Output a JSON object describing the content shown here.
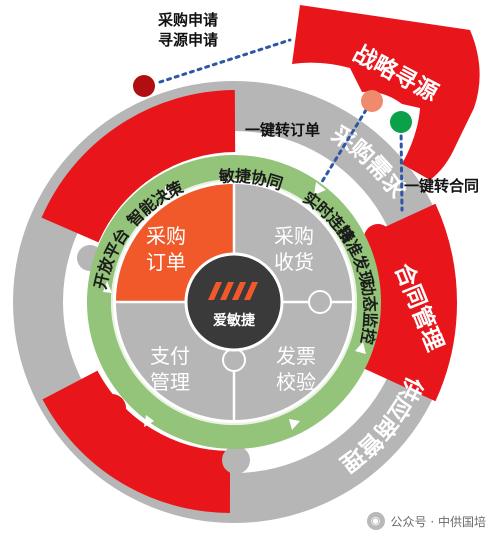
{
  "diagram": {
    "callouts": {
      "top_line1": "采购申请",
      "top_line2": "寻源申请",
      "order": "一键转订单",
      "contract": "一键转合同"
    },
    "outer_segments": {
      "purchase_demand": "采购需求",
      "strategic_sourcing": "战略寻源",
      "contract_management": "合同管理",
      "supplier_management": "供应商管理"
    },
    "ring_labels": {
      "precise_discovery": "精准发现",
      "realtime_connect": "实时连接",
      "agile_collaboration": "敏捷协同",
      "dynamic_monitoring": "动态监控",
      "smart_decision": "智能决策",
      "open_platform": "开放平台"
    },
    "inner_quadrants": {
      "purchase_order": [
        "采购",
        "订单"
      ],
      "purchase_receipt": [
        "采购",
        "收货"
      ],
      "payment_management": [
        "支付",
        "管理"
      ],
      "invoice_verification": [
        "发票",
        "校验"
      ]
    },
    "center": {
      "brand": "爱敏捷"
    },
    "watermark": "公众号 · 中供国培",
    "colors": {
      "red": "#e8161b",
      "green": "#93c47a",
      "grey": "#b6b6b6",
      "orange": "#f1592a",
      "dot_red": "#b10e12",
      "dot_salmon": "#f08a6c",
      "dot_green": "#0aa14a",
      "dotted_line": "#2b57a5"
    }
  }
}
